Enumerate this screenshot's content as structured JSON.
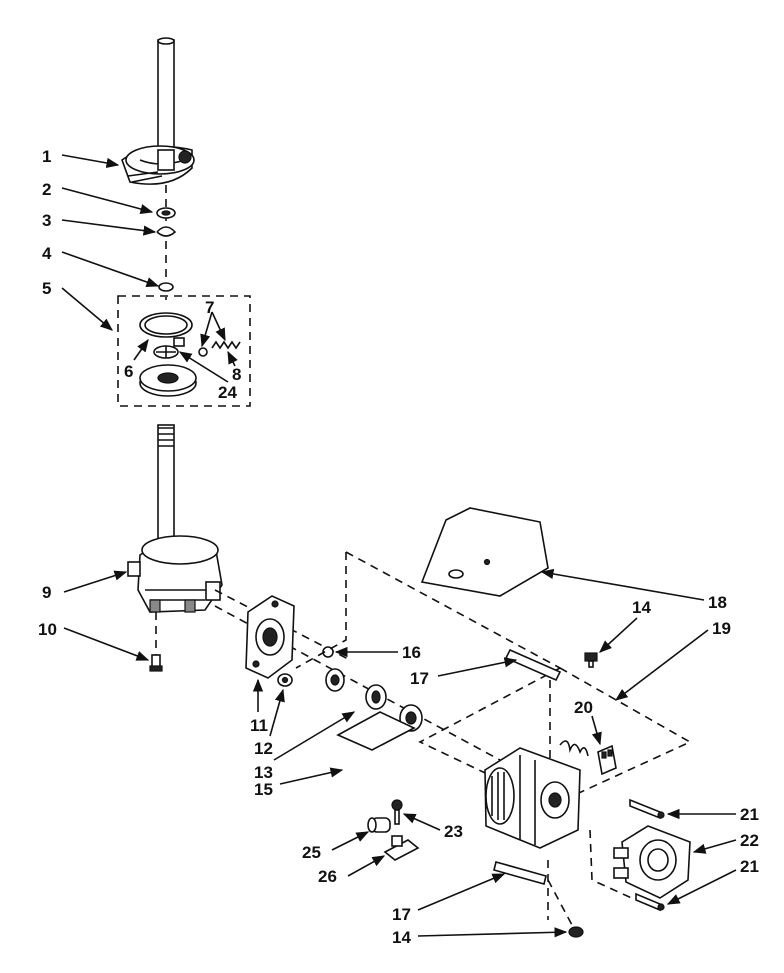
{
  "callouts": [
    {
      "key": "p1",
      "text": "1"
    },
    {
      "key": "p2",
      "text": "2"
    },
    {
      "key": "p3",
      "text": "3"
    },
    {
      "key": "p4",
      "text": "4"
    },
    {
      "key": "p5",
      "text": "5"
    },
    {
      "key": "p6",
      "text": "6"
    },
    {
      "key": "p7",
      "text": "7"
    },
    {
      "key": "p8",
      "text": "8"
    },
    {
      "key": "p24a",
      "text": "24"
    },
    {
      "key": "p9",
      "text": "9"
    },
    {
      "key": "p10",
      "text": "10"
    },
    {
      "key": "p11",
      "text": "11"
    },
    {
      "key": "p12",
      "text": "12"
    },
    {
      "key": "p13",
      "text": "13"
    },
    {
      "key": "p15",
      "text": "15"
    },
    {
      "key": "p16",
      "text": "16"
    },
    {
      "key": "p17a",
      "text": "17"
    },
    {
      "key": "p18",
      "text": "18"
    },
    {
      "key": "p14a",
      "text": "14"
    },
    {
      "key": "p19",
      "text": "19"
    },
    {
      "key": "p20",
      "text": "20"
    },
    {
      "key": "p21a",
      "text": "21"
    },
    {
      "key": "p22",
      "text": "22"
    },
    {
      "key": "p21b",
      "text": "21"
    },
    {
      "key": "p23",
      "text": "23"
    },
    {
      "key": "p25",
      "text": "25"
    },
    {
      "key": "p26",
      "text": "26"
    },
    {
      "key": "p17b",
      "text": "17"
    },
    {
      "key": "p14b",
      "text": "14"
    }
  ]
}
